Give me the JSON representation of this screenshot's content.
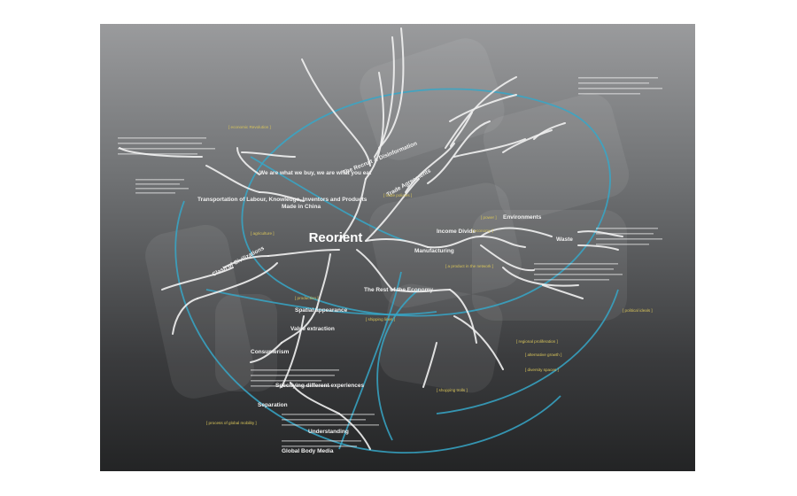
{
  "diagram": {
    "central": "Reorient",
    "branches": [
      "Made in China",
      "The Rest of the Economy",
      "Trade Agreements",
      "The Recruit & Disinformation",
      "Income Divide",
      "Manufacturing",
      "Transportation of Labour, Knowledge, Inventors and Products",
      "We are what we buy, we are what you eat",
      "Clash of Civilizations",
      "Spatial appearance",
      "Value extraction",
      "Consumerism",
      "Separation",
      "Understanding",
      "Specifying different experiences",
      "Global Body Media",
      "Environments",
      "Waste"
    ],
    "annotations": [
      "[ economic Revolution ]",
      "[ trade policies ]",
      "[ economy ]",
      "[ agriculture ]",
      "[ power ]",
      "[ a product in the network ]",
      "[ production ]",
      "[ shipping lines ]",
      "[ regional proliferation ]",
      "[ alternative growth ]",
      "[ diversity spaces ]",
      "[ political ideals ]",
      "[ shopping trolls ]",
      "[ process of global mobility ]"
    ]
  }
}
